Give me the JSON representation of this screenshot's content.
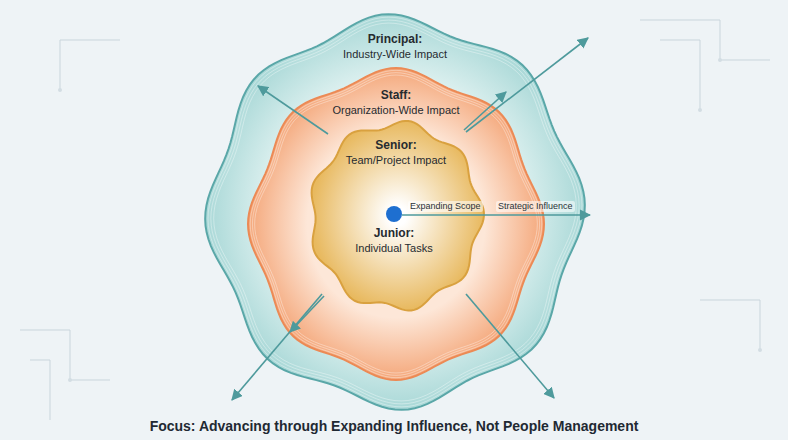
{
  "diagram": {
    "caption": "Focus: Advancing through Expanding Influence, Not People Management",
    "nodes": [
      {
        "text": [
          "Principal:",
          "Industry-Wide Impact"
        ]
      },
      {
        "text": [
          "Staff:",
          "Organization-Wide Impact"
        ],
        "in": 0
      },
      {
        "text": [
          "Senior:",
          "Team/Project Impact"
        ],
        "in": 1
      },
      {
        "text": [
          "Junior:",
          "Individual Tasks"
        ],
        "in": 2
      }
    ],
    "labels": [
      "Expanding Scope",
      "Strategic Influence"
    ]
  }
}
